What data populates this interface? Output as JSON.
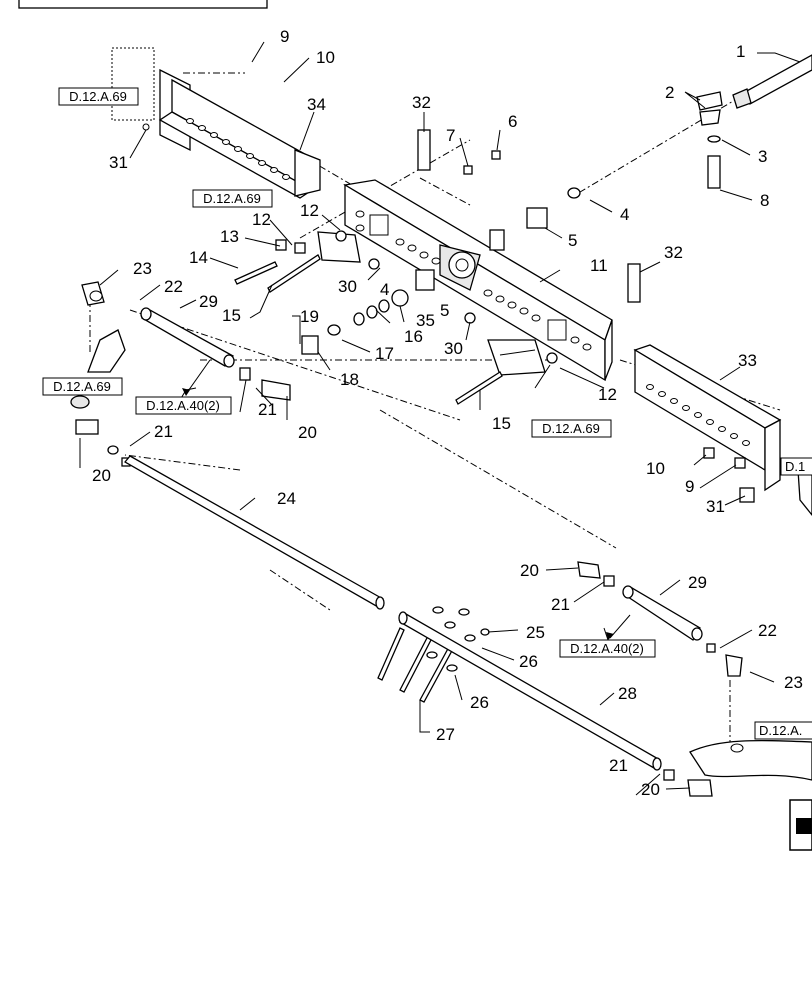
{
  "diagram": {
    "callouts": {
      "c1": "1",
      "c2": "2",
      "c3": "3",
      "c4a": "4",
      "c4b": "4",
      "c5a": "5",
      "c5b": "5",
      "c6": "6",
      "c7": "7",
      "c8": "8",
      "c9a": "9",
      "c9b": "9",
      "c10a": "10",
      "c10b": "10",
      "c11": "11",
      "c12a": "12",
      "c12b": "12",
      "c12c": "12",
      "c13": "13",
      "c14": "14",
      "c15a": "15",
      "c15b": "15",
      "c16": "16",
      "c17": "17",
      "c18": "18",
      "c19": "19",
      "c20a": "20",
      "c20b": "20",
      "c20c": "20",
      "c20d": "20",
      "c21a": "21",
      "c21b": "21",
      "c21c": "21",
      "c21d": "21",
      "c22a": "22",
      "c22b": "22",
      "c23a": "23",
      "c23b": "23",
      "c24": "24",
      "c25": "25",
      "c26a": "26",
      "c26b": "26",
      "c27": "27",
      "c28": "28",
      "c29a": "29",
      "c29b": "29",
      "c30a": "30",
      "c30b": "30",
      "c31a": "31",
      "c31b": "31",
      "c32a": "32",
      "c32b": "32",
      "c33": "33",
      "c34": "34",
      "c35": "35"
    },
    "refs": {
      "r1": "D.12.A.69",
      "r2": "D.12.A.69",
      "r3": "D.12.A.69",
      "r4": "D.12.A.40(2)",
      "r5": "D.12.A.69",
      "r6": "D.12.A.40(2)",
      "r7": "D.12.A.",
      "r8": "D.1"
    }
  }
}
